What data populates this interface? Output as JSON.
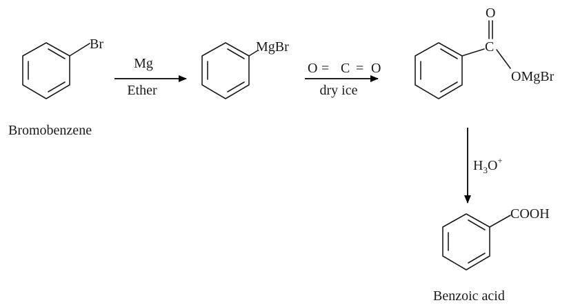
{
  "compounds": {
    "bromobenzene": {
      "substituent": "Br",
      "name": "Bromobenzene"
    },
    "grignard": {
      "substituent": "MgBr"
    },
    "carboxylate": {
      "carbonyl_o": "O",
      "carbon": "C",
      "omgbr": "OMgBr"
    },
    "benzoic_acid": {
      "substituent": "COOH",
      "name": "Benzoic acid"
    }
  },
  "arrows": {
    "step1": {
      "above": "Mg",
      "below": "Ether"
    },
    "step2": {
      "above_o1": "O",
      "above_eq1": "=",
      "above_c": "C",
      "above_eq2": "=",
      "above_o2": "O",
      "below": "dry ice"
    },
    "step3": {
      "reagent_main": "H",
      "reagent_sub": "3",
      "reagent_o": "O",
      "reagent_sup": "+"
    }
  },
  "colors": {
    "ink": "#1a1a1a",
    "background": "#ffffff"
  }
}
